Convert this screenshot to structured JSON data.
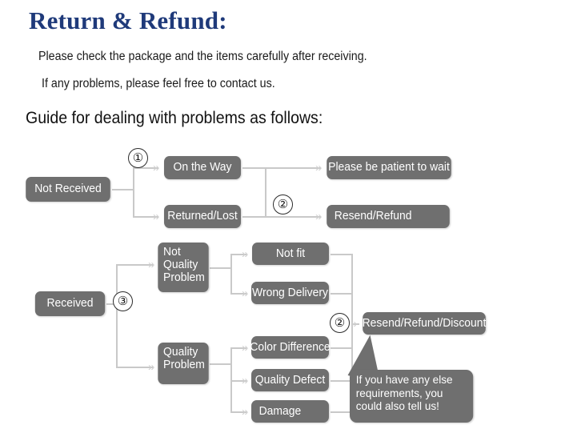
{
  "header": {
    "title": "Return & Refund:",
    "line1": "Please check the package and the items carefully after receiving.",
    "line2": "If any problems, please feel free to contact us.",
    "guide": "Guide for dealing with problems as follows:"
  },
  "colors": {
    "title": "#1f3a7a",
    "node_fill": "#6f6f6f",
    "node_text": "#ffffff",
    "connector": "#c9c9c9",
    "background": "#ffffff"
  },
  "flowchart": {
    "type": "flowchart",
    "nodes": {
      "not_received": "Not Received",
      "on_the_way": "On the Way",
      "returned_lost": "Returned/Lost",
      "please_wait": "Please be patient to wait",
      "resend_refund": "Resend/Refund",
      "received": "Received",
      "not_quality_problem": "Not\nQuality\nProblem",
      "quality_problem": "Quality\nProblem",
      "not_fit": "Not fit",
      "wrong_delivery": "Wrong Delivery",
      "color_difference": "Color Difference",
      "quality_defect": "Quality Defect",
      "damage": "Damage",
      "resend_refund_discount": "Resend/Refund/Discount"
    },
    "step_markers": {
      "one": "①",
      "two_a": "②",
      "three": "③",
      "two_b": "②"
    },
    "callout": "If you have any else requirements, you could also tell us!",
    "arrow_glyph": "»"
  }
}
